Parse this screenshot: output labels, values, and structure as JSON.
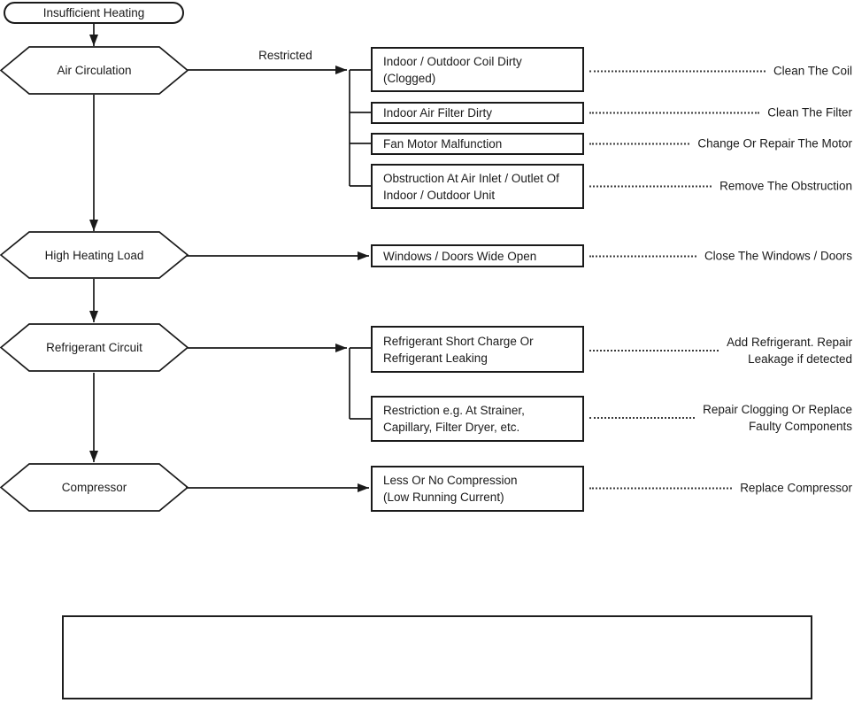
{
  "flow": {
    "start_label": "Insufficient Heating",
    "colors": {
      "line": "#1a1a1a",
      "background": "#ffffff",
      "text": "#1a1a1a"
    },
    "branches": [
      {
        "decision": "Air Circulation",
        "edge_label": "Restricted",
        "causes": [
          {
            "cause": "Indoor / Outdoor Coil Dirty\n(Clogged)",
            "remedy": "Clean The Coil"
          },
          {
            "cause": "Indoor Air Filter Dirty",
            "remedy": "Clean The Filter"
          },
          {
            "cause": "Fan Motor Malfunction",
            "remedy": "Change Or Repair The Motor"
          },
          {
            "cause": "Obstruction At Air Inlet / Outlet Of\nIndoor / Outdoor Unit",
            "remedy": "Remove The Obstruction"
          }
        ]
      },
      {
        "decision": "High Heating Load",
        "edge_label": "",
        "causes": [
          {
            "cause": "Windows / Doors Wide Open",
            "remedy": "Close The Windows / Doors"
          }
        ]
      },
      {
        "decision": "Refrigerant Circuit",
        "edge_label": "",
        "causes": [
          {
            "cause": "Refrigerant Short Charge Or\nRefrigerant Leaking",
            "remedy": "Add Refrigerant. Repair\nLeakage if detected"
          },
          {
            "cause": "Restriction e.g. At Strainer,\nCapillary, Filter Dryer, etc.",
            "remedy": "Repair Clogging Or Replace\nFaulty Components"
          }
        ]
      },
      {
        "decision": "Compressor",
        "edge_label": "",
        "causes": [
          {
            "cause": "Less Or No Compression\n(Low Running Current)",
            "remedy": "Replace Compressor"
          }
        ]
      }
    ]
  }
}
